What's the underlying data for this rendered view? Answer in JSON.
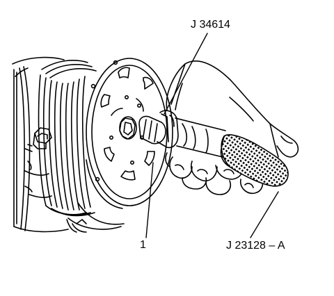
{
  "callouts": {
    "tool_top": "J 34614",
    "item_number": "1",
    "tool_bottom": "J 23128 – A"
  },
  "colors": {
    "ink": "#000000",
    "paper": "#ffffff"
  }
}
